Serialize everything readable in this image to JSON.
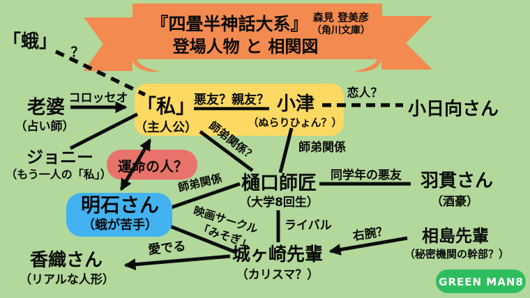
{
  "banner": {
    "title_line1": "『四畳半神話大系』",
    "title_line2": "登場人物 と 相関図",
    "author": "森見 登美彦",
    "publisher": "（角川文庫）"
  },
  "badge": {
    "label": "GREEN MAN8"
  },
  "colors": {
    "background": "#b2d89b",
    "banner": "#f38a4f",
    "box_watashi_ozu": "#fbd962",
    "box_unmei": "#e87369",
    "box_akashi": "#42b2f0",
    "badge": "#2fbe5f",
    "line": "#0b0b0b"
  },
  "characters": {
    "ga": {
      "name": "「蛾」"
    },
    "rouba": {
      "name": "老婆",
      "note": "（占い師）"
    },
    "johnny": {
      "name": "ジョニー",
      "note": "（もう一人の「私」）"
    },
    "watashi": {
      "name": "「私」",
      "note": "（主人公）"
    },
    "ozu": {
      "name": "小津",
      "note": "（ぬらりひょん？）"
    },
    "kohinata": {
      "name": "小日向さん"
    },
    "higuchi": {
      "name": "樋口師匠",
      "note": "（大学8回生）"
    },
    "hanuki": {
      "name": "羽貫さん",
      "note": "（酒豪）"
    },
    "akashi": {
      "name": "明石さん",
      "note": "（蛾が苦手）"
    },
    "jogasaki": {
      "name": "城ヶ崎先輩",
      "note": "（カリスマ？）"
    },
    "aijima": {
      "name": "相島先輩",
      "note": "（秘密機関の幹部？）"
    },
    "kaori": {
      "name": "香織さん",
      "note": "（リアルな人形）"
    }
  },
  "relations": {
    "moth_question": "？",
    "colosseo": "コロッセオ",
    "akuyu_shinyu": "悪友？親友？",
    "koibito": "恋人？",
    "unmei_no_hito": "運命の人？",
    "shitei_kankei_q": "師弟関係？",
    "shitei_kankei_ozu": "師弟関係",
    "shitei_kankei_akashi": "師弟関係",
    "dougakunen_no_akuyu": "同学年の悪友",
    "eiga_circle": "映画サークル",
    "misogi": "「みそぎ」",
    "rival": "ライバル",
    "migiude": "右腕？",
    "mederu": "愛でる"
  }
}
